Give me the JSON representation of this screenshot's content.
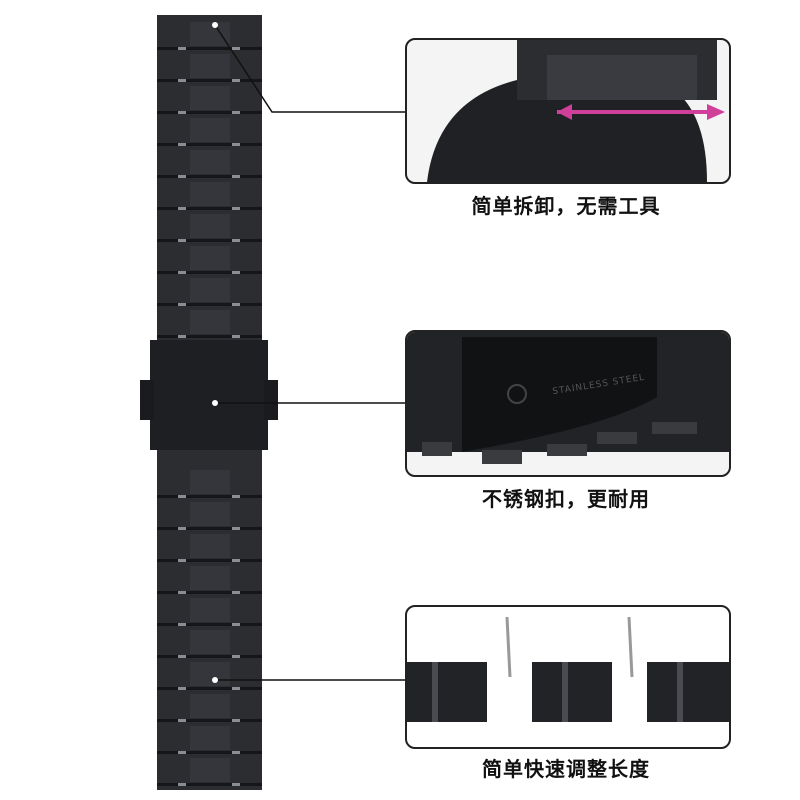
{
  "callouts": [
    {
      "caption": "简单拆卸，无需工具"
    },
    {
      "caption": "不锈钢扣，更耐用",
      "clasp_engraving": "STAINLESS STEEL"
    },
    {
      "caption": "简单快速调整长度"
    }
  ],
  "colors": {
    "strap": "#2b2d31",
    "highlight": "#8a8d93",
    "arrow": "#d0409a"
  }
}
